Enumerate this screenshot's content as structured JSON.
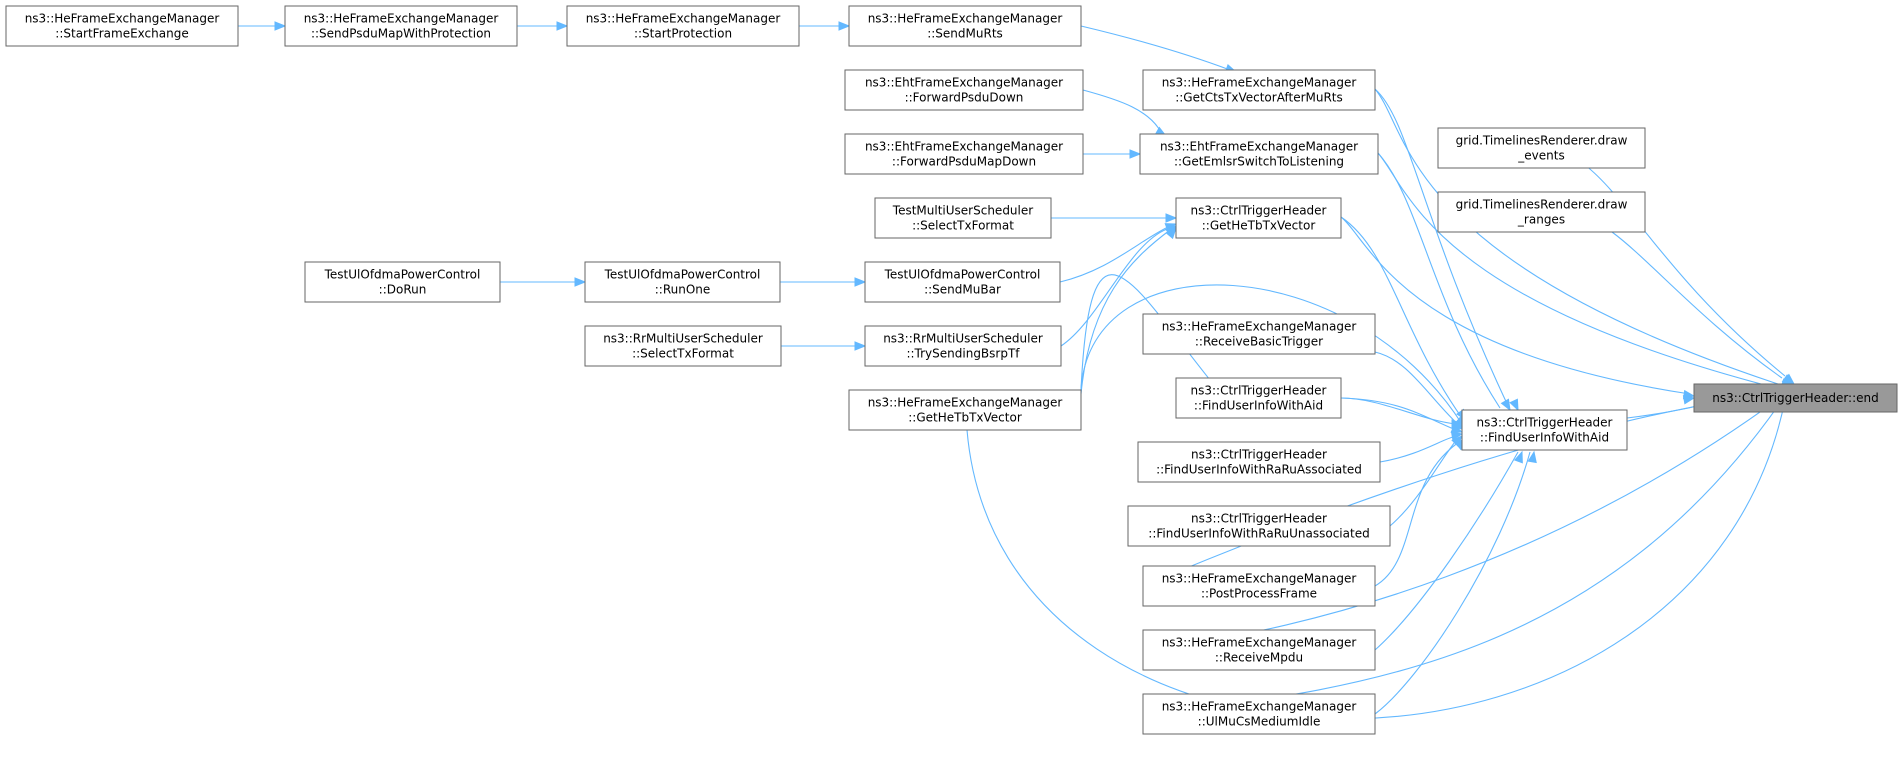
{
  "colors": {
    "edge": "#63b8ff",
    "node_border": "#666666",
    "root_fill": "#999999",
    "node_fill": "#ffffff"
  },
  "nodes": [
    {
      "id": "end",
      "name": "node-ctrltriggerheader-end",
      "lines": [
        "ns3::CtrlTriggerHeader::end"
      ],
      "root": true
    },
    {
      "id": "draw_events",
      "name": "node-timelinesrenderer-draw-events",
      "lines": [
        "grid.TimelinesRenderer.draw",
        "_events"
      ]
    },
    {
      "id": "draw_ranges",
      "name": "node-timelinesrenderer-draw-ranges",
      "lines": [
        "grid.TimelinesRenderer.draw",
        "_ranges"
      ]
    },
    {
      "id": "find_aid",
      "name": "node-ctrltriggerheader-finduserinfowithaid",
      "lines": [
        "ns3::CtrlTriggerHeader",
        "::FindUserInfoWithAid"
      ]
    },
    {
      "id": "find_aid2",
      "name": "node-ctrltriggerheader-finduserinfowithaid-2",
      "lines": [
        "ns3::CtrlTriggerHeader",
        "::FindUserInfoWithAid"
      ]
    },
    {
      "id": "find_assoc",
      "name": "node-finduserinfowithraruassociated",
      "lines": [
        "ns3::CtrlTriggerHeader",
        "::FindUserInfoWithRaRuAssociated"
      ]
    },
    {
      "id": "find_unassoc",
      "name": "node-finduserinfowithraruunassociated",
      "lines": [
        "ns3::CtrlTriggerHeader",
        "::FindUserInfoWithRaRuUnassociated"
      ]
    },
    {
      "id": "get_cts",
      "name": "node-heframeexchangemanager-getctstxvectoraftermurts",
      "lines": [
        "ns3::HeFrameExchangeManager",
        "::GetCtsTxVectorAfterMuRts"
      ]
    },
    {
      "id": "get_emlsr",
      "name": "node-ehtframeexchangemanager-getemlsrswitchtolistening",
      "lines": [
        "ns3::EhtFrameExchangeManager",
        "::GetEmlsrSwitchToListening"
      ]
    },
    {
      "id": "get_hetb_ctrl",
      "name": "node-ctrltriggerheader-gethetbtxvector",
      "lines": [
        "ns3::CtrlTriggerHeader",
        "::GetHeTbTxVector"
      ]
    },
    {
      "id": "receive_basic",
      "name": "node-heframeexchangemanager-receivebasictrigger",
      "lines": [
        "ns3::HeFrameExchangeManager",
        "::ReceiveBasicTrigger"
      ]
    },
    {
      "id": "post_process",
      "name": "node-heframeexchangemanager-postprocessframe",
      "lines": [
        "ns3::HeFrameExchangeManager",
        "::PostProcessFrame"
      ]
    },
    {
      "id": "receive_mpdu",
      "name": "node-heframeexchangemanager-receivempdu",
      "lines": [
        "ns3::HeFrameExchangeManager",
        "::ReceiveMpdu"
      ]
    },
    {
      "id": "ulmucs",
      "name": "node-heframeexchangemanager-ulmucsmediumidle",
      "lines": [
        "ns3::HeFrameExchangeManager",
        "::UlMuCsMediumIdle"
      ]
    },
    {
      "id": "send_murts",
      "name": "node-heframeexchangemanager-sendmurts",
      "lines": [
        "ns3::HeFrameExchangeManager",
        "::SendMuRts"
      ]
    },
    {
      "id": "fwd_psdu",
      "name": "node-ehtframeexchangemanager-forwardpsdudown",
      "lines": [
        "ns3::EhtFrameExchangeManager",
        "::ForwardPsduDown"
      ]
    },
    {
      "id": "fwd_psdumap",
      "name": "node-ehtframeexchangemanager-forwardpsdumapdown",
      "lines": [
        "ns3::EhtFrameExchangeManager",
        "::ForwardPsduMapDown"
      ]
    },
    {
      "id": "select_tx_test",
      "name": "node-testmultiuserscheduler-selecttxformat",
      "lines": [
        "TestMultiUserScheduler",
        "::SelectTxFormat"
      ]
    },
    {
      "id": "send_mubar",
      "name": "node-testulofdmapowercontrol-sendmubar",
      "lines": [
        "TestUlOfdmaPowerControl",
        "::SendMuBar"
      ]
    },
    {
      "id": "try_bsrp",
      "name": "node-rrmultiuserscheduler-trysendingbsrptf",
      "lines": [
        "ns3::RrMultiUserScheduler",
        "::TrySendingBsrpTf"
      ]
    },
    {
      "id": "get_hetb_he",
      "name": "node-heframeexchangemanager-gethetbtxvector",
      "lines": [
        "ns3::HeFrameExchangeManager",
        "::GetHeTbTxVector"
      ]
    },
    {
      "id": "start_protection",
      "name": "node-heframeexchangemanager-startprotection",
      "lines": [
        "ns3::HeFrameExchangeManager",
        "::StartProtection"
      ]
    },
    {
      "id": "run_one",
      "name": "node-testulofdmapowercontrol-runone",
      "lines": [
        "TestUlOfdmaPowerControl",
        "::RunOne"
      ]
    },
    {
      "id": "select_tx_rr",
      "name": "node-rrmultiuserscheduler-selecttxformat",
      "lines": [
        "ns3::RrMultiUserScheduler",
        "::SelectTxFormat"
      ]
    },
    {
      "id": "send_psdumap",
      "name": "node-heframeexchangemanager-sendpsdumapwithprotection",
      "lines": [
        "ns3::HeFrameExchangeManager",
        "::SendPsduMapWithProtection"
      ]
    },
    {
      "id": "do_run",
      "name": "node-testulofdmapowercontrol-dorun",
      "lines": [
        "TestUlOfdmaPowerControl",
        "::DoRun"
      ]
    },
    {
      "id": "start_fe",
      "name": "node-heframeexchangemanager-startframeexchange",
      "lines": [
        "ns3::HeFrameExchangeManager",
        "::StartFrameExchange"
      ]
    }
  ]
}
